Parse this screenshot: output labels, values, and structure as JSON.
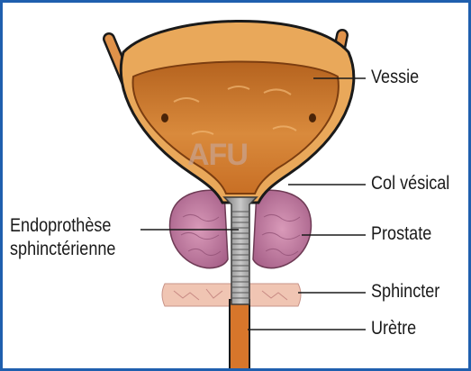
{
  "labels": {
    "bladder": "Vessie",
    "bladder_neck": "Col vésical",
    "prosthesis_line1": "Endoprothèse",
    "prosthesis_line2": "sphinctérienne",
    "prostate": "Prostate",
    "sphincter": "Sphincter",
    "urethra": "Urètre"
  },
  "watermark": "AFU",
  "colors": {
    "frame": "#1f5fae",
    "bladder": "#d57e2f",
    "prostate": "#c27fa3",
    "sphincter": "#f0c5b3",
    "stent": "#9a9a9a"
  }
}
